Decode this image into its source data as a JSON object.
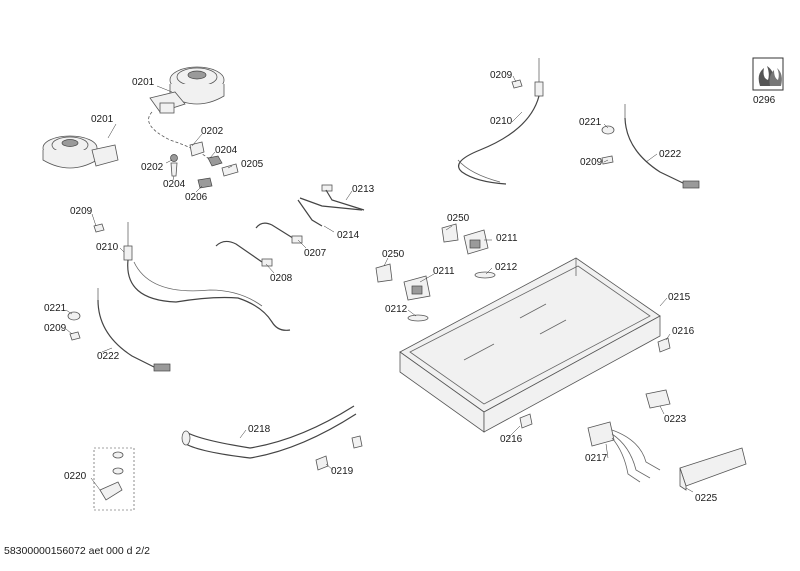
{
  "diagram": {
    "labels": {
      "l0201a": "0201",
      "l0201b": "0201",
      "l0202a": "0202",
      "l0202b": "0202",
      "l0204a": "0204",
      "l0204b": "0204",
      "l0205": "0205",
      "l0206": "0206",
      "l0213": "0213",
      "l0214": "0214",
      "l0207": "0207",
      "l0208": "0208",
      "l0209a": "0209",
      "l0210a": "0210",
      "l0209b": "0209",
      "l0210b": "0210",
      "l0221a": "0221",
      "l0209c": "0209",
      "l0222a": "0222",
      "l0221b": "0221",
      "l0209d": "0209",
      "l0222b": "0222",
      "l0250a": "0250",
      "l0211a": "0211",
      "l0212a": "0212",
      "l0250b": "0250",
      "l0211b": "0211",
      "l0212b": "0212",
      "l0215": "0215",
      "l0216a": "0216",
      "l0216b": "0216",
      "l0223": "0223",
      "l0217": "0217",
      "l0225": "0225",
      "l0218": "0218",
      "l0219": "0219",
      "l0220": "0220",
      "l0296": "0296"
    },
    "footer": "58300000156072 aet 000 d 2/2"
  }
}
